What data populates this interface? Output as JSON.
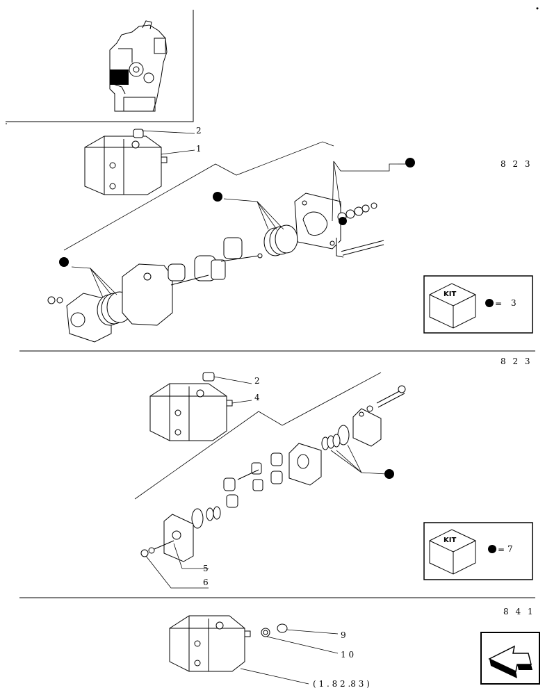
{
  "callouts": {
    "c1": "1",
    "c2": "2",
    "c2b": "2",
    "c4": "4",
    "c5": "5",
    "c6": "6",
    "c9": "9",
    "c10": "1 0",
    "ref": "( 1 . 8 2 .8 3 )"
  },
  "sections": {
    "s1": "8 2 3",
    "s2": "8 2 3",
    "s3": "8 4 1"
  },
  "kits": {
    "kit1": {
      "label": "KIT",
      "equals": "=",
      "qty": "3"
    },
    "kit2": {
      "label": "KIT",
      "equals": "=",
      "qty": "7"
    }
  },
  "icons": {
    "thumbnail": "engine-thumbnail-icon",
    "kit_box": "kit-box-icon",
    "kit_bullet": "kit-bullet-icon",
    "next_page": "next-page-arrow-icon"
  },
  "colors": {
    "ink": "#000000",
    "paper": "#ffffff"
  }
}
